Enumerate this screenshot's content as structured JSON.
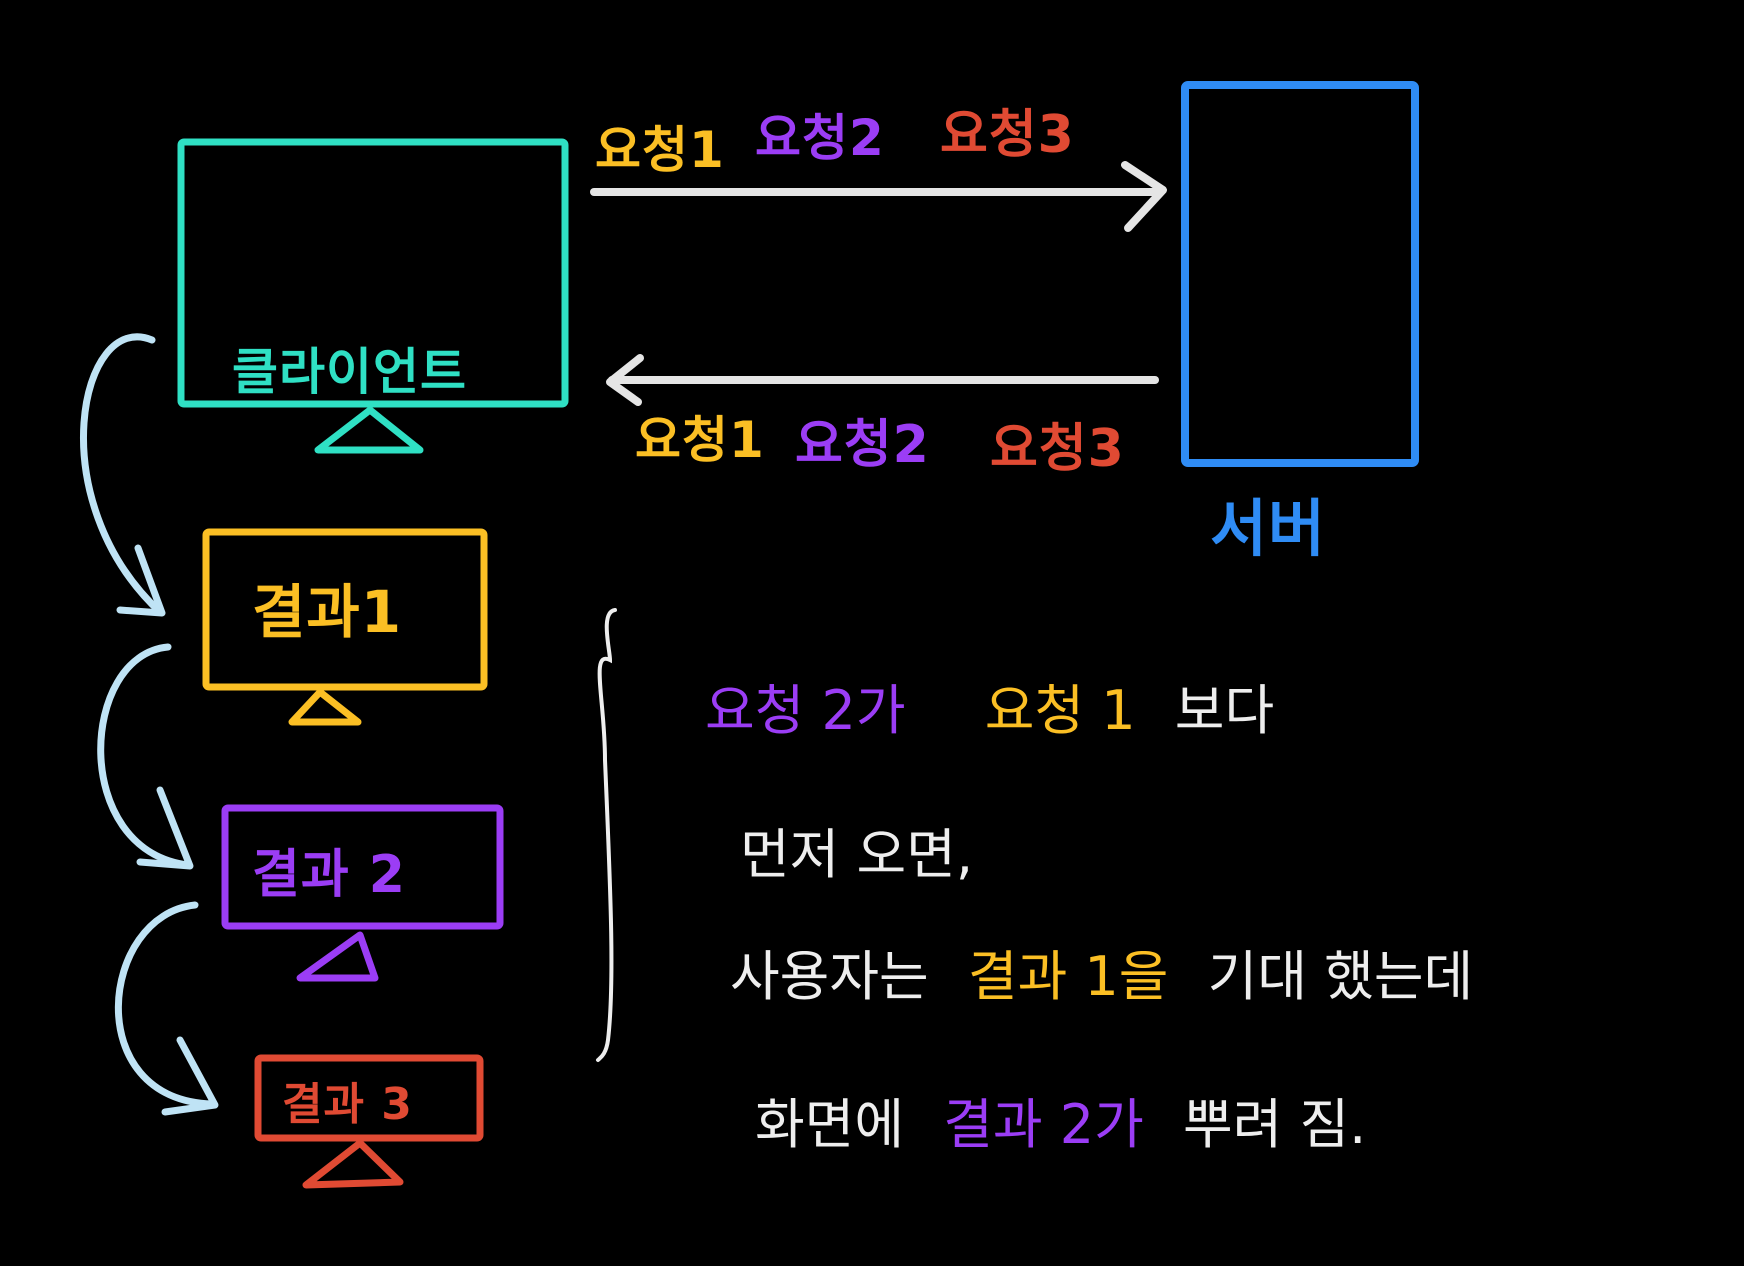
{
  "colors": {
    "background": "#000000",
    "client": "#2fe0c4",
    "server": "#2f8cf5",
    "request1": "#fbbf24",
    "request2": "#9b3df5",
    "request3": "#e04a33",
    "arrow": "#e5e5e5",
    "flow_arrow": "#bfe3f5",
    "note_text": "#eeeeee"
  },
  "client": {
    "label": "클라이언트"
  },
  "server": {
    "label": "서버"
  },
  "requests_out": {
    "r1": "요청1",
    "r2": "요청2",
    "r3": "요청3"
  },
  "requests_in": {
    "r1": "요청1",
    "r2": "요청2",
    "r3": "요청3"
  },
  "results": {
    "result1": "결과1",
    "result2": "결과 2",
    "result3": "결과 3"
  },
  "note": {
    "line1": {
      "part1": "요청 2가",
      "part2": "요청 1",
      "part3": "보다"
    },
    "line2": "먼저 오면,",
    "line3": {
      "part1": "사용자는",
      "part2": "결과 1을",
      "part3": "기대 했는데"
    },
    "line4": {
      "part1": "화면에",
      "part2": "결과 2가",
      "part3": "뿌려 짐."
    }
  }
}
